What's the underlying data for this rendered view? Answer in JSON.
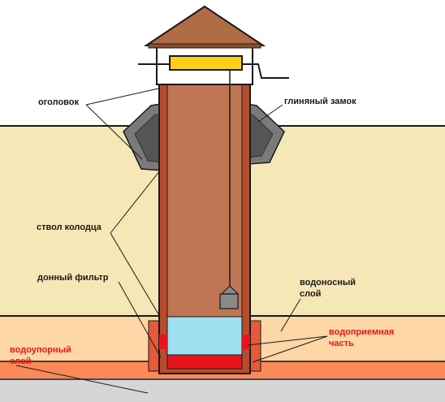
{
  "labels": {
    "ogolovok": "оголовок",
    "glinyany_zamok": "глиняный замок",
    "stvol_kolodtsa": "ствол колодца",
    "donny_filtr": "донный фильтр",
    "vodonosny_line1": "водоносный",
    "vodonosny_line2": "слой",
    "vodopriemnaya_line1": "водоприемная",
    "vodopriemnaya_line2": "часть",
    "vodouporny_line1": "водоупорный",
    "vodouporny_line2": "слой"
  },
  "colors": {
    "sky": "#ffffff",
    "sand_layer": "#f6e7b7",
    "aquifer_layer": "#fdd7a6",
    "clay_base_layer": "#fb8a59",
    "gravel_bottom": "#d6d6d6",
    "roof": "#b06c45",
    "well_shaft": "#bd6e51",
    "well_rim": "#b54d2d",
    "clay_lock": "#7a7a7a",
    "clay_lock_inner": "#555555",
    "windlass_drum": "#ffcf1a",
    "water": "#9edff0",
    "intake_red": "#e8141c",
    "bucket": "#8a8a8a",
    "label_dark": "#1a1a1a",
    "label_red": "#e8141c"
  }
}
